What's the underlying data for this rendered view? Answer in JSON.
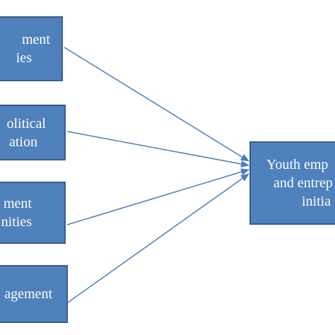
{
  "diagram": {
    "inputs": [
      {
        "lines": [
          "ment",
          "ies"
        ]
      },
      {
        "lines": [
          "olitical",
          "ation"
        ]
      },
      {
        "lines": [
          "ment",
          "nities"
        ]
      },
      {
        "lines": [
          "agement"
        ]
      }
    ],
    "target": {
      "lines": [
        "Youth  emp",
        "and entrep",
        "initia"
      ]
    },
    "colors": {
      "box_fill": "#4f81bd",
      "box_border": "#385d8a",
      "arrow": "#4a7ebb",
      "text": "#ffffff"
    }
  }
}
